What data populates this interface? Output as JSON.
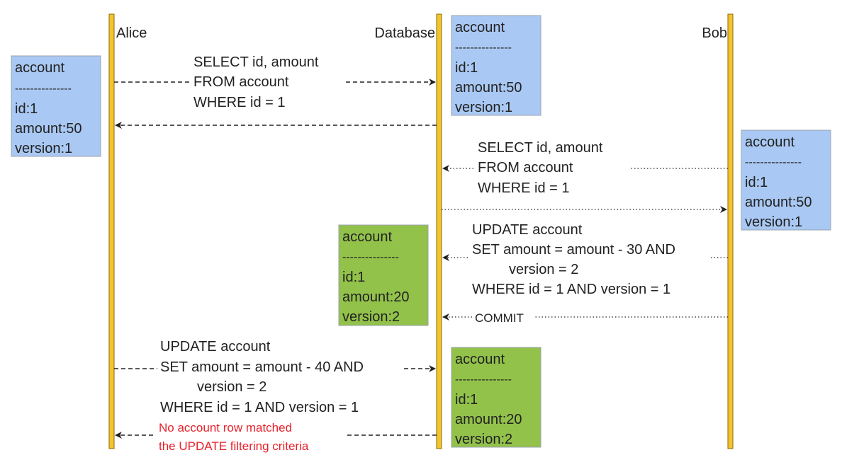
{
  "colors": {
    "lifeline": "#f4c430",
    "lifeline_border": "#8a6a00",
    "box_blue": "#a9c8f3",
    "box_green": "#92c24a",
    "box_border": "#9aa3ad",
    "arrow": "#222222",
    "text": "#222222",
    "warning": "#e8212b"
  },
  "participants": {
    "alice": "Alice",
    "database": "Database",
    "bob": "Bob"
  },
  "boxes": {
    "db_initial": {
      "title": "account",
      "separator": "---------------",
      "line1": "id:1",
      "line2": "amount:50",
      "line3": "version:1"
    },
    "alice_read": {
      "title": "account",
      "separator": "---------------",
      "line1": "id:1",
      "line2": "amount:50",
      "line3": "version:1"
    },
    "bob_read": {
      "title": "account",
      "separator": "---------------",
      "line1": "id:1",
      "line2": "amount:50",
      "line3": "version:1"
    },
    "db_after_bob": {
      "title": "account",
      "separator": "---------------",
      "line1": "id:1",
      "line2": "amount:20",
      "line3": "version:2"
    },
    "db_final": {
      "title": "account",
      "separator": "---------------",
      "line1": "id:1",
      "line2": "amount:20",
      "line3": "version:2"
    }
  },
  "messages": {
    "alice_select": {
      "line1": "SELECT id, amount",
      "line2": "FROM account",
      "line3": "WHERE id = 1"
    },
    "bob_select": {
      "line1": "SELECT id, amount",
      "line2": "FROM account",
      "line3": "WHERE id = 1"
    },
    "bob_update": {
      "line1": "UPDATE account",
      "line2": "SET amount = amount - 30 AND",
      "line3": "version = 2",
      "line4": "WHERE id = 1 AND version = 1"
    },
    "bob_commit": "COMMIT",
    "alice_update": {
      "line1": "UPDATE account",
      "line2": "SET amount = amount - 40 AND",
      "line3": "version = 2",
      "line4": "WHERE id = 1 AND version = 1"
    },
    "alice_error": {
      "line1": "No account row matched",
      "line2": "the UPDATE filtering criteria"
    }
  }
}
